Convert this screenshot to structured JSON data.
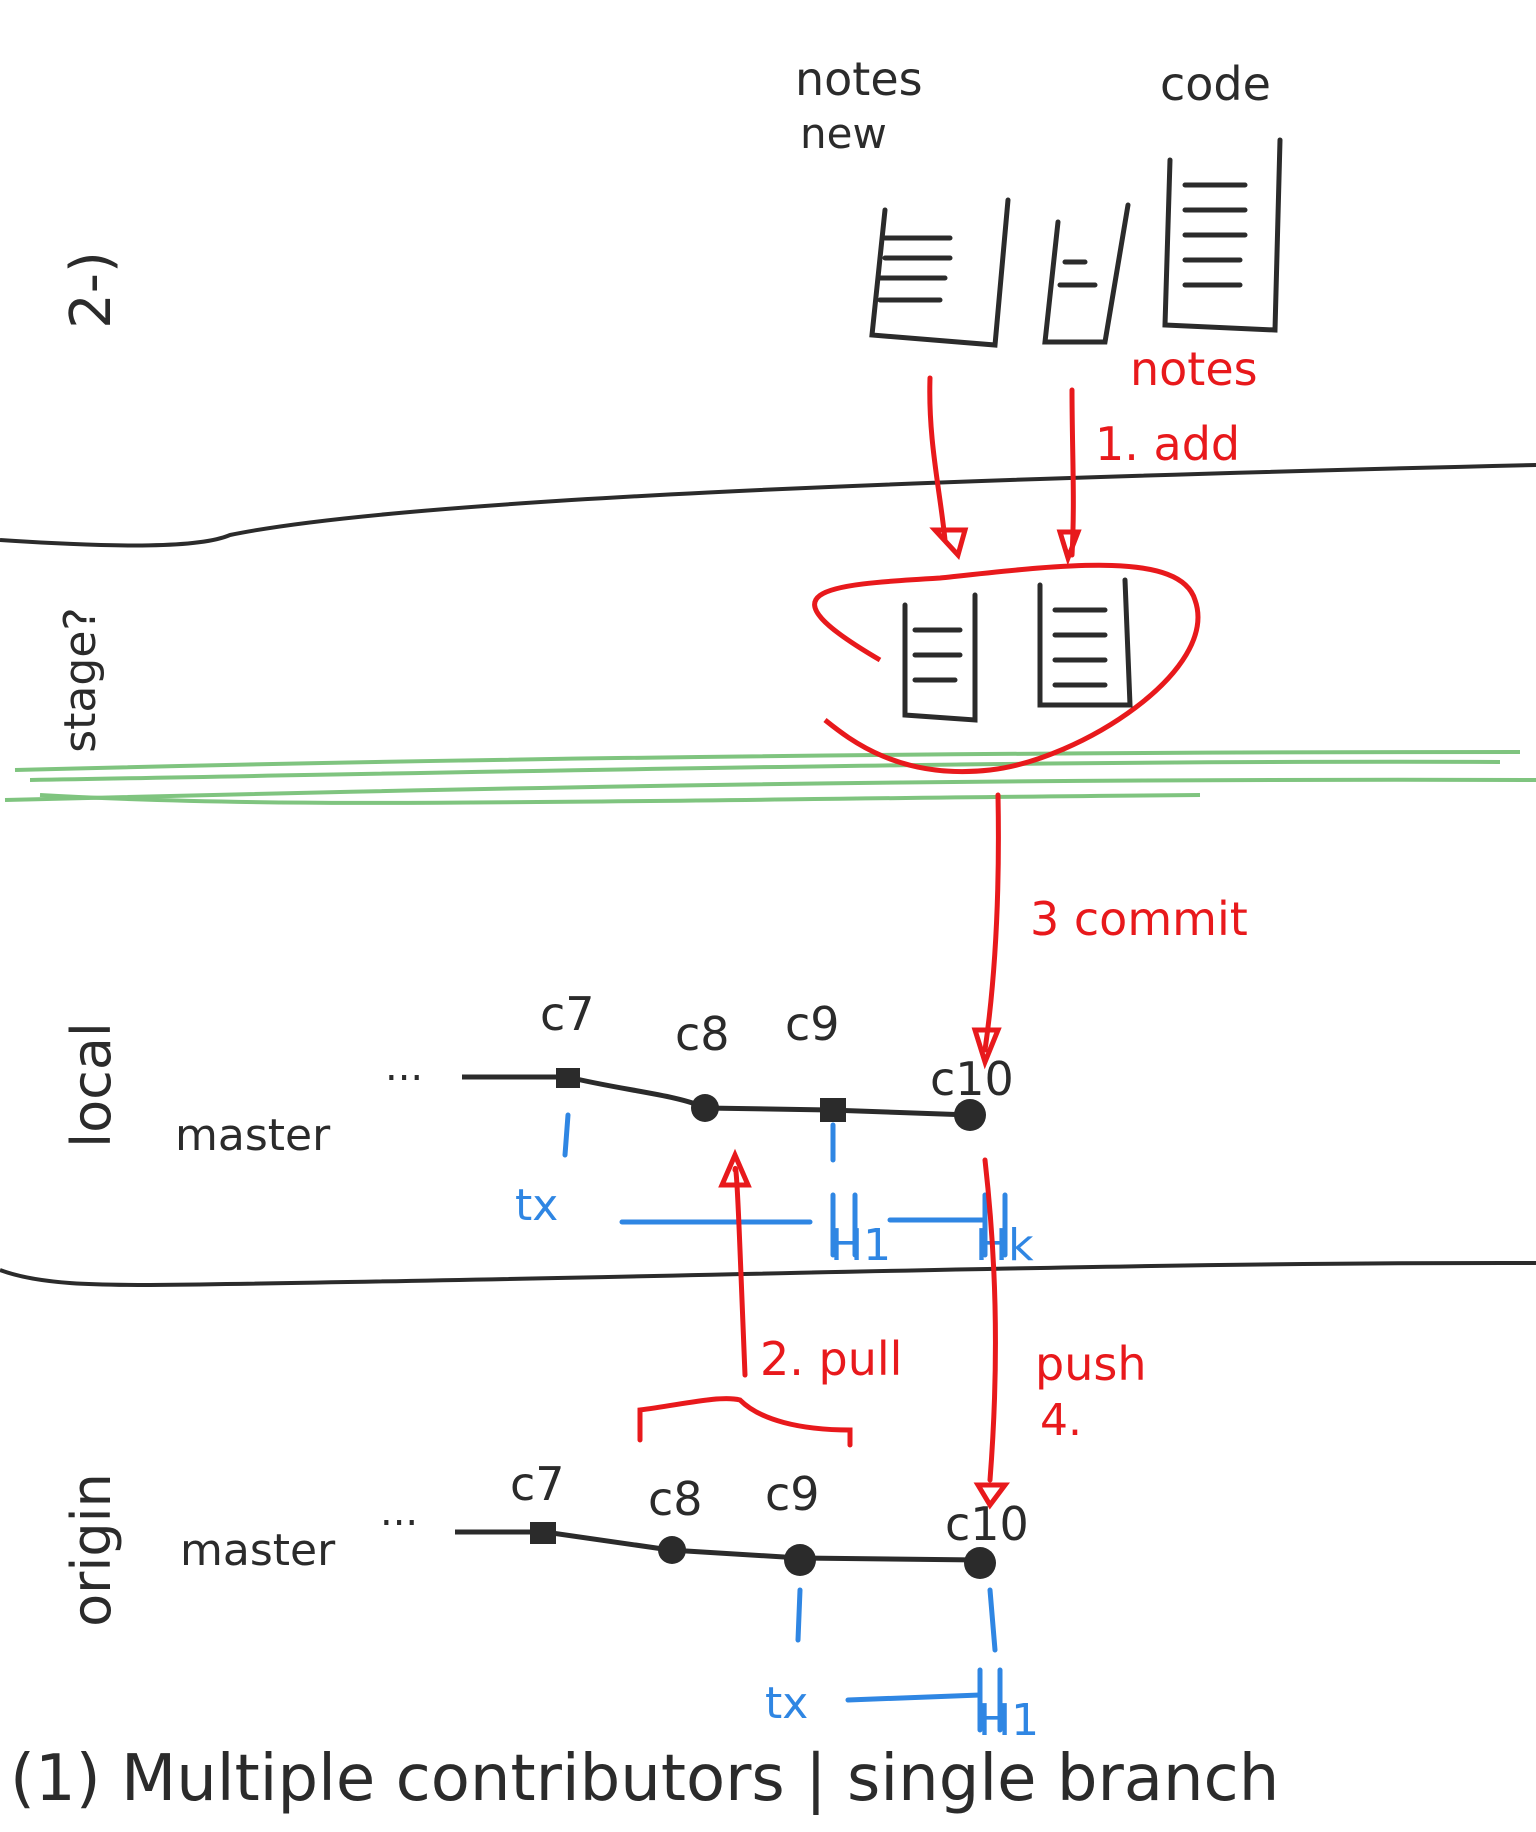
{
  "colors": {
    "ink": "#2b2b2b",
    "annotation": "#e8191c",
    "measure": "#2f86e3",
    "staging": "#7fc47f"
  },
  "zones": {
    "top": "2-)",
    "staging": "stage?",
    "local": "local",
    "origin": "origin"
  },
  "sources": {
    "notes_label_1": "notes",
    "notes_label_2": "new",
    "code_label": "code"
  },
  "annotations": {
    "step1_a": "notes",
    "step1_b": "1. add",
    "step2": "3 commit",
    "step3": "2. pull",
    "step4_a": "push",
    "step4_b": "4."
  },
  "local_branch": {
    "name": "master",
    "ellipsis": "...",
    "commits": [
      "c7",
      "c8",
      "c9",
      "c10"
    ]
  },
  "origin_branch": {
    "name": "master",
    "ellipsis": "...",
    "commits": [
      "c7",
      "c8",
      "c9",
      "c10"
    ]
  },
  "measures": {
    "local_tx": "tx",
    "local_h1": "H1",
    "local_hk": "Hk",
    "origin_tx": "tx",
    "origin_h1": "H1"
  },
  "caption": "(1) Multiple contributors | single branch"
}
